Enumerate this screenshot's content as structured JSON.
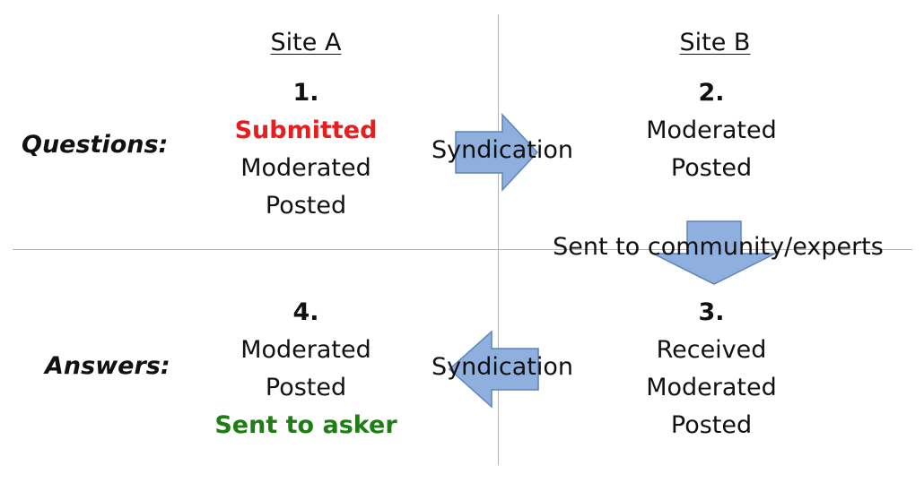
{
  "headers": {
    "site_a": "Site A",
    "site_b": "Site B"
  },
  "rows": {
    "questions": "Questions:",
    "answers": "Answers:"
  },
  "steps": {
    "step1": {
      "number": "1.",
      "lines": [
        "Submitted",
        "Moderated",
        "Posted"
      ],
      "highlight": {
        "text": "Submitted",
        "color": "#e81d1d"
      }
    },
    "step2": {
      "number": "2.",
      "lines": [
        "Moderated",
        "Posted"
      ]
    },
    "step3": {
      "number": "3.",
      "lines": [
        "Received",
        "Moderated",
        "Posted"
      ]
    },
    "step4": {
      "number": "4.",
      "lines": [
        "Moderated",
        "Posted",
        "Sent to asker"
      ],
      "highlight": {
        "text": "Sent to asker",
        "color": "#1f7d16"
      }
    }
  },
  "arrows": {
    "syndication_top": {
      "label": "Syndication",
      "direction": "right"
    },
    "to_experts": {
      "label": "Sent to community/experts",
      "direction": "down"
    },
    "syndication_bottom": {
      "label": "Syndication",
      "direction": "left"
    }
  },
  "colors": {
    "arrow_fill": "#8fb0de",
    "arrow_stroke": "#5f83b8",
    "divider": "#b3b3b3"
  }
}
